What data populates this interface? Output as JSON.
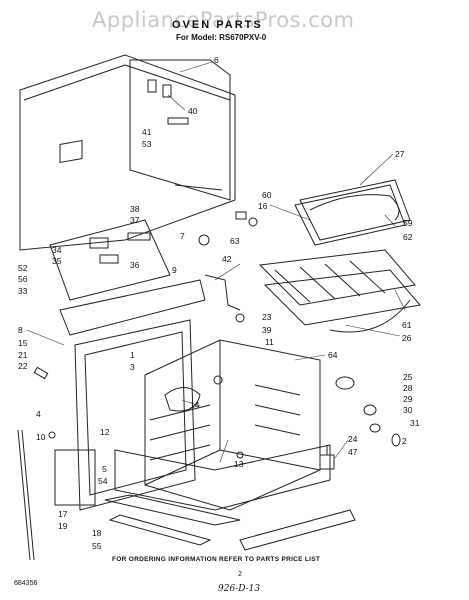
{
  "watermark": "AppliancePartsPros.com",
  "title": "OVEN PARTS",
  "model": "For Model: RS670PXV-0",
  "footer": "FOR ORDERING INFORMATION REFER TO PARTS PRICE LIST",
  "doc_id": "684356",
  "page_number": "2",
  "handwritten_note": "926-D-13",
  "callouts": [
    "6",
    "40",
    "41",
    "53",
    "27",
    "60",
    "16",
    "59",
    "62",
    "63",
    "38",
    "37",
    "7",
    "9",
    "42",
    "34",
    "35",
    "36",
    "52",
    "56",
    "33",
    "8",
    "15",
    "21",
    "22",
    "1",
    "3",
    "12",
    "23",
    "39",
    "11",
    "64",
    "61",
    "26",
    "14",
    "25",
    "28",
    "29",
    "30",
    "31",
    "4",
    "10",
    "2",
    "5",
    "13",
    "24",
    "47",
    "54",
    "17",
    "19",
    "18",
    "55"
  ]
}
